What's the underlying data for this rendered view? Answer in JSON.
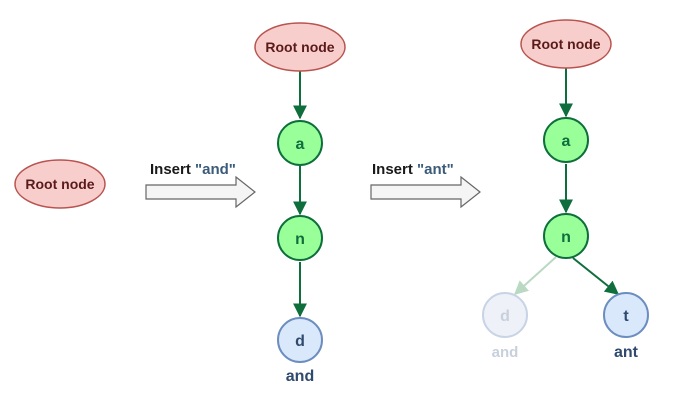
{
  "colors": {
    "root_fill": "#f8cecc",
    "root_stroke": "#b85450",
    "root_text": "#5a1a1a",
    "node_fill": "#99ff99",
    "node_stroke": "#0e6e3c",
    "node_text": "#0e6e3c",
    "leaf_fill": "#dae8fc",
    "leaf_stroke": "#6c8ebf",
    "leaf_text": "#2f4a6e",
    "edge": "#0e6e3c",
    "faded_fill": "#eef2f8",
    "faded_stroke": "#c8d4e6",
    "faded_text": "#c8d0dc",
    "faded_edge": "#b9d9c3",
    "arrow_fill": "#f5f5f5",
    "arrow_stroke": "#666666",
    "quote_text": "#3b5b7a"
  },
  "stage1": {
    "root_label": "Root node"
  },
  "step1": {
    "label_prefix": "Insert ",
    "label_word": "\"and\""
  },
  "stage2": {
    "root_label": "Root node",
    "node_a": "a",
    "node_n": "n",
    "node_d": "d",
    "word_and": "and"
  },
  "step2": {
    "label_prefix": "Insert ",
    "label_word": "\"ant\""
  },
  "stage3": {
    "root_label": "Root node",
    "node_a": "a",
    "node_n": "n",
    "node_d": "d",
    "node_t": "t",
    "word_and": "and",
    "word_ant": "ant"
  }
}
